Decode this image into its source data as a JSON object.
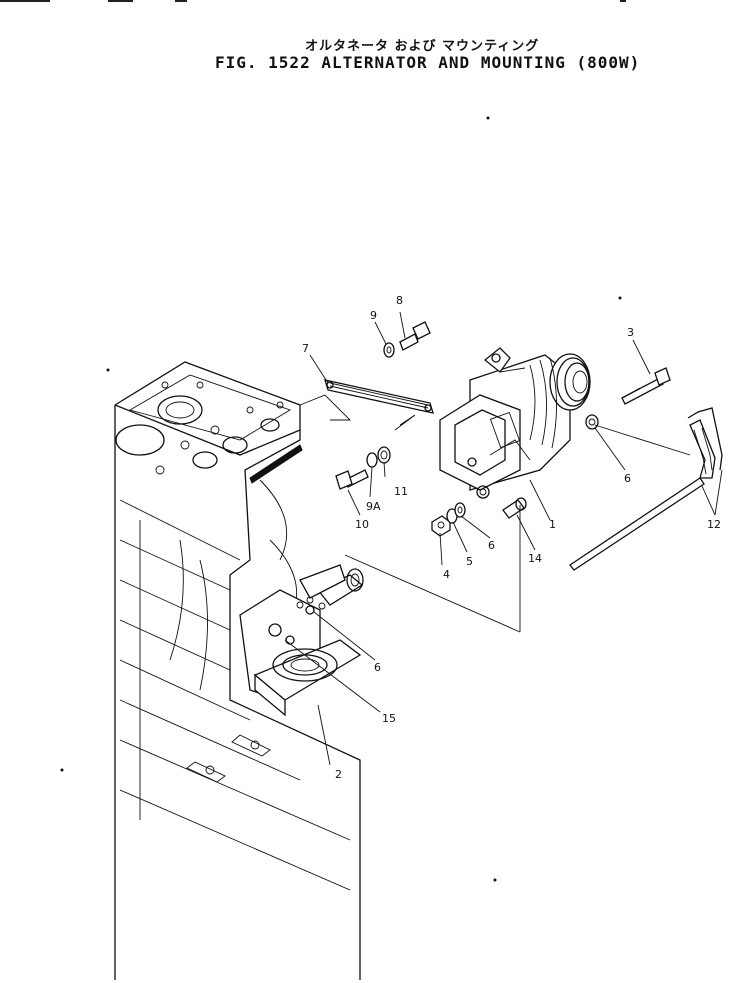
{
  "figure": {
    "title_jp": "オルタネータ および マウンティング",
    "title_en": "FIG. 1522  ALTERNATOR AND MOUNTING (800W)"
  },
  "callouts": [
    {
      "id": "c1",
      "text": "1"
    },
    {
      "id": "c2",
      "text": "2"
    },
    {
      "id": "c3",
      "text": "3"
    },
    {
      "id": "c4",
      "text": "4"
    },
    {
      "id": "c5",
      "text": "5"
    },
    {
      "id": "c6a",
      "text": "6"
    },
    {
      "id": "c6b",
      "text": "6"
    },
    {
      "id": "c6c",
      "text": "6"
    },
    {
      "id": "c7",
      "text": "7"
    },
    {
      "id": "c8",
      "text": "8"
    },
    {
      "id": "c9",
      "text": "9"
    },
    {
      "id": "c9a",
      "text": "9A"
    },
    {
      "id": "c10",
      "text": "10"
    },
    {
      "id": "c11",
      "text": "11"
    },
    {
      "id": "c12",
      "text": "12"
    },
    {
      "id": "c14",
      "text": "14"
    },
    {
      "id": "c15",
      "text": "15"
    }
  ]
}
